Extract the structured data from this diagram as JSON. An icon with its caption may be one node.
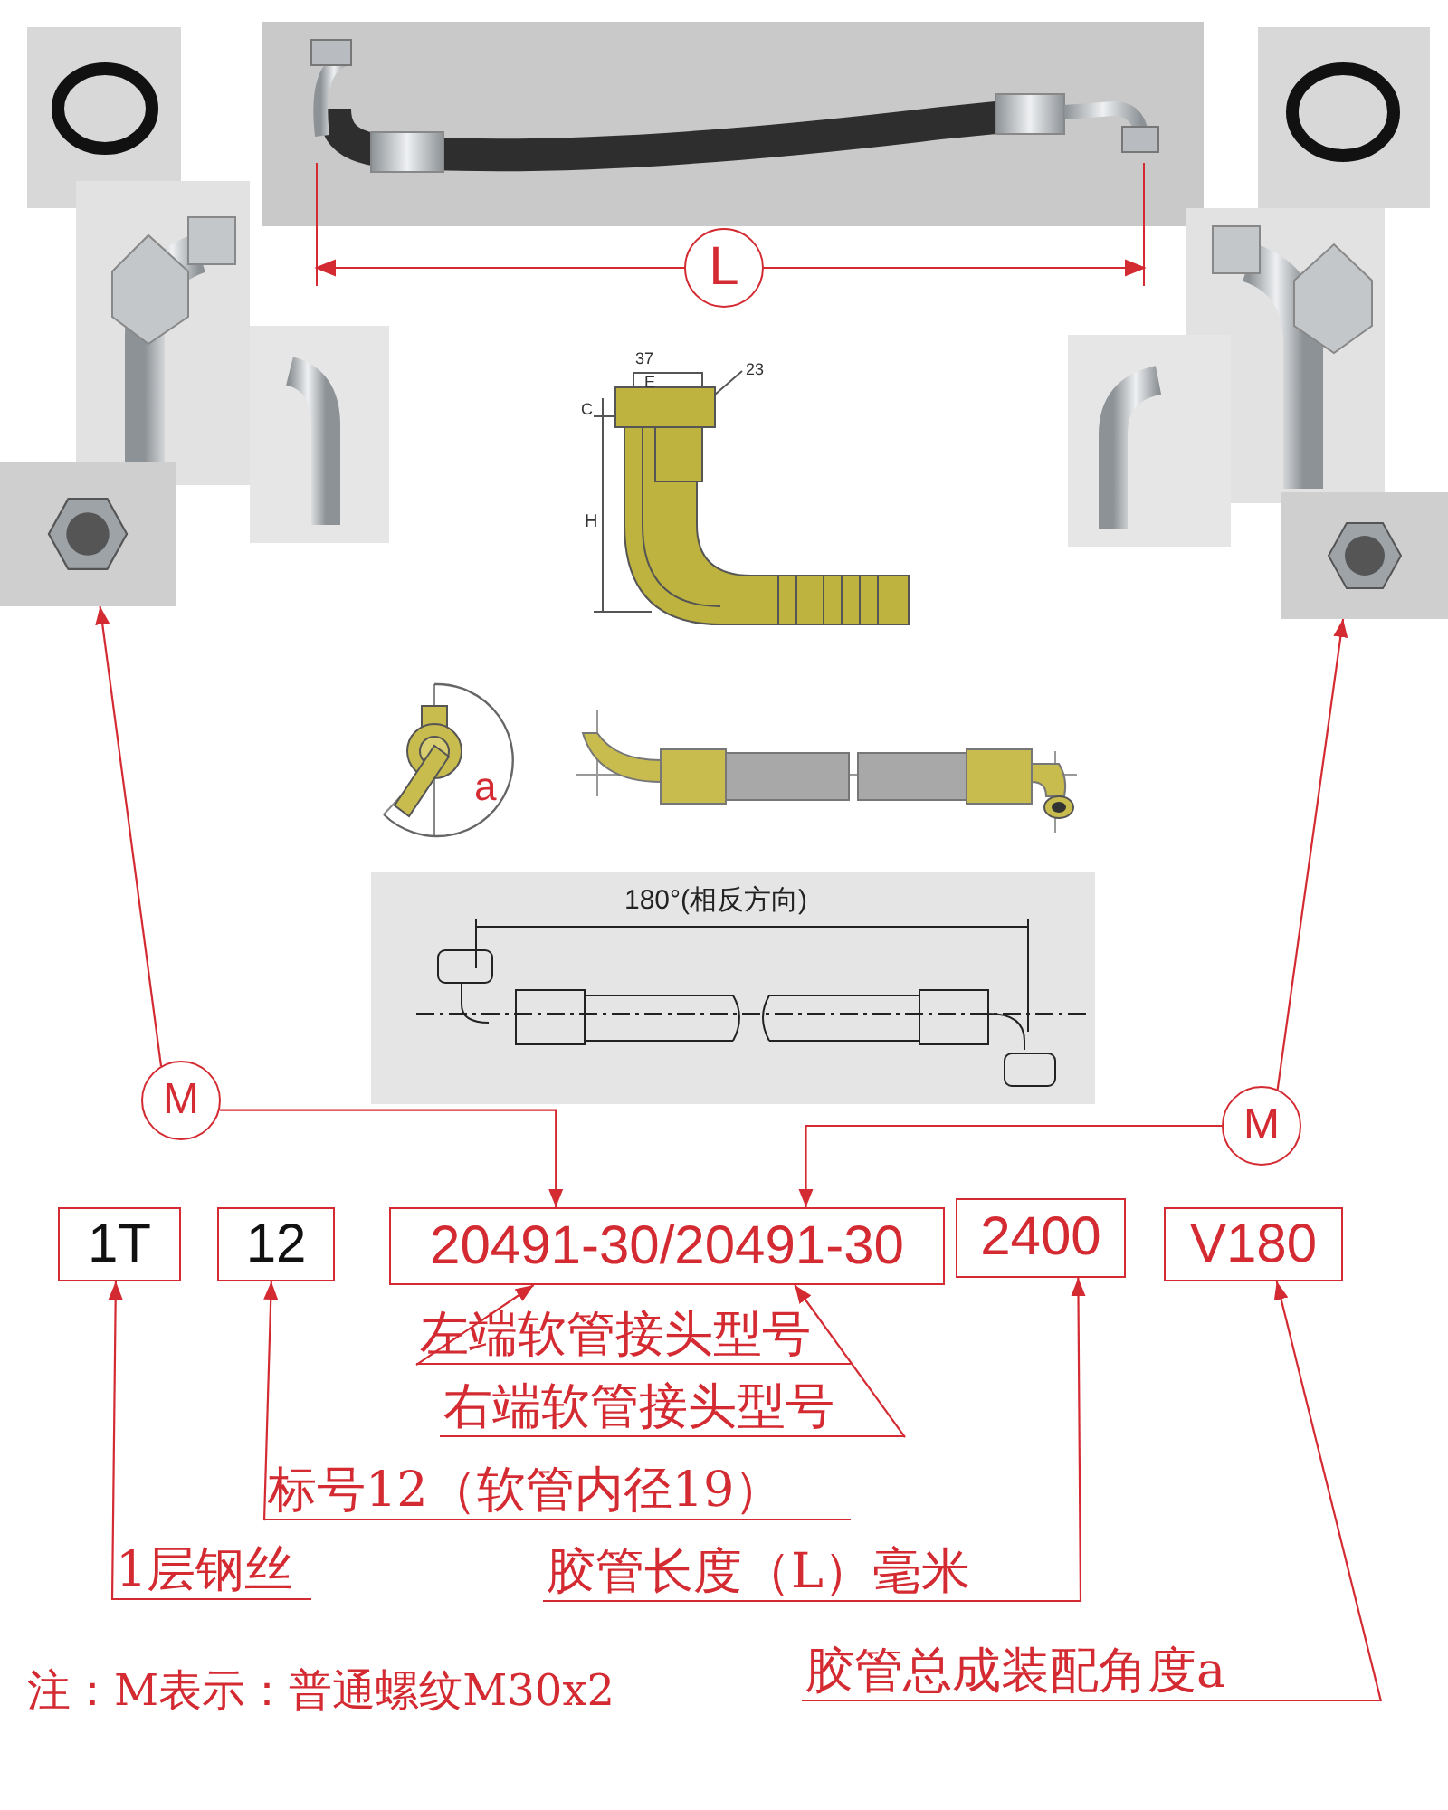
{
  "diagram": {
    "nodes": [
      {
        "text": [
          "L"
        ]
      },
      {
        "text": [],
        "shape": "picture"
      },
      {
        "text": [],
        "shape": "picture"
      },
      {
        "text": [
          "M"
        ]
      },
      {
        "text": [
          "M"
        ]
      },
      {
        "text": [
          "1T"
        ]
      },
      {
        "text": [
          "12"
        ]
      },
      {
        "text": [
          "20491-30/20491-30"
        ]
      },
      {
        "text": [
          "2400"
        ]
      },
      {
        "text": [
          "V180"
        ]
      },
      {
        "text": [
          "左端软管接头型号"
        ]
      },
      {
        "text": [
          "右端软管接头型号"
        ]
      },
      {
        "text": [
          "标号12（软管内径19）"
        ]
      },
      {
        "text": [
          "1层钢丝"
        ]
      },
      {
        "text": [
          "胶管长度（L）毫米"
        ]
      },
      {
        "text": [
          "胶管总成装配角度a"
        ]
      }
    ],
    "edges": [
      {
        "from": 3,
        "to": 1,
        "arrow": "to"
      },
      {
        "from": 3,
        "to": 7,
        "arrow": "to"
      },
      {
        "from": 4,
        "to": 2,
        "arrow": "to"
      },
      {
        "from": 4,
        "to": 7,
        "arrow": "to"
      },
      {
        "from": 10,
        "to": 7,
        "arrow": "to"
      },
      {
        "from": 11,
        "to": 7,
        "arrow": "to"
      },
      {
        "from": 12,
        "to": 6,
        "arrow": "to"
      },
      {
        "from": 13,
        "to": 5,
        "arrow": "to"
      },
      {
        "from": 14,
        "to": 8,
        "arrow": "to"
      },
      {
        "from": 15,
        "to": 9,
        "arrow": "to"
      }
    ],
    "labels": [
      "37",
      "E",
      "23",
      "C",
      "H",
      "a",
      "180°(相反方向)",
      "注：M表示：普通螺纹M30x2"
    ]
  }
}
